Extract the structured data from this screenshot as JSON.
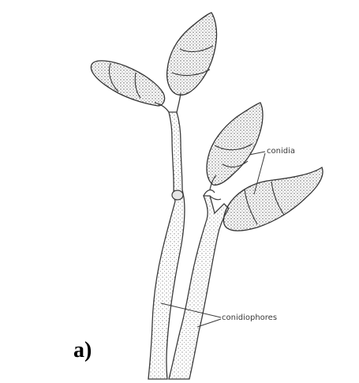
{
  "figure": {
    "labels": {
      "conidia": "conidia",
      "conidiophores": "conidiophores"
    },
    "panel_label": "a)"
  }
}
